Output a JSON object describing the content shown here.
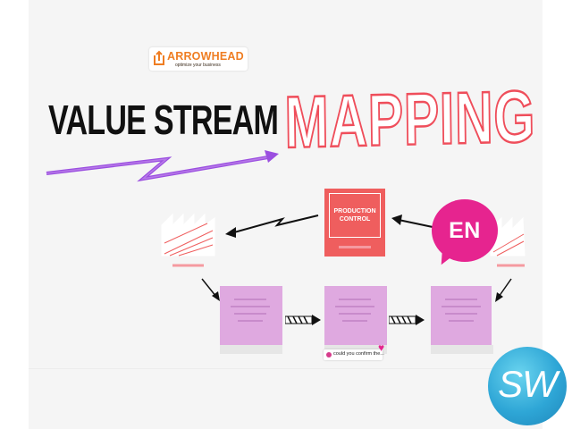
{
  "logo": {
    "name": "ARROWHEAD",
    "tagline": "optimize your business",
    "color": "#ef7d22"
  },
  "title": {
    "line1": "VALUE STREAM",
    "line2": "MAPPING",
    "line2_color": "#ef4e5b",
    "underline_color": "#9b4fe0"
  },
  "diagram": {
    "control_label": "PRODUCTION CONTROL",
    "box_color": "#ef5e5e",
    "process_color": "#dfa9e0",
    "comment_text": "could you confirm the...",
    "icons": [
      "factory-icon",
      "lightning-arrow-icon",
      "push-arrow-icon",
      "heart-icon",
      "comment-icon"
    ]
  },
  "language_bubble": {
    "label": "EN",
    "color": "#e6248f"
  },
  "badge": {
    "label": "SW",
    "color": "#2ea6d6"
  }
}
